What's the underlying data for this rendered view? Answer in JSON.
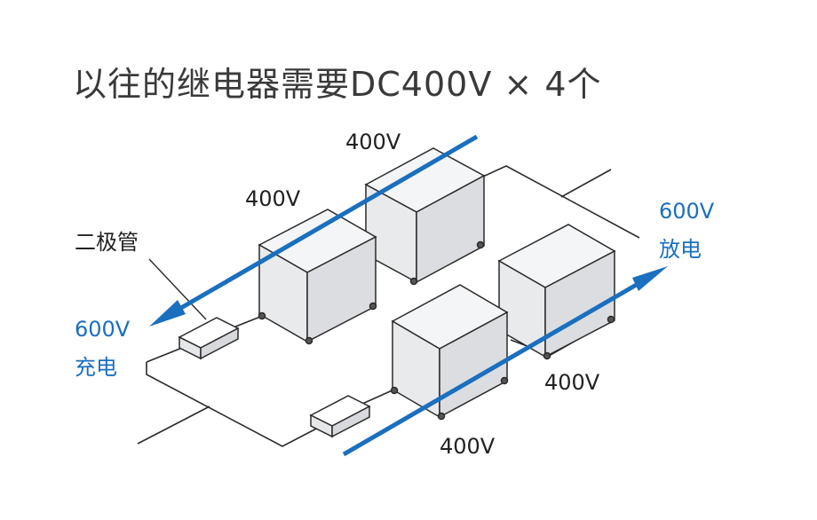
{
  "title": "以往的继电器需要DC400V × 4个",
  "labels": {
    "relay_top_left": "400V",
    "relay_top_right": "400V",
    "relay_bottom_left": "400V",
    "relay_bottom_right": "400V",
    "diode": "二极管",
    "charge_voltage": "600V",
    "charge_text": "充电",
    "discharge_voltage": "600V",
    "discharge_text": "放电"
  },
  "colors": {
    "arrow": "#1a6fbf",
    "box_face_front": "#e9eaec",
    "box_face_top": "#f4f5f6",
    "box_face_side": "#dcdde0",
    "stroke": "#2a2a2a"
  }
}
